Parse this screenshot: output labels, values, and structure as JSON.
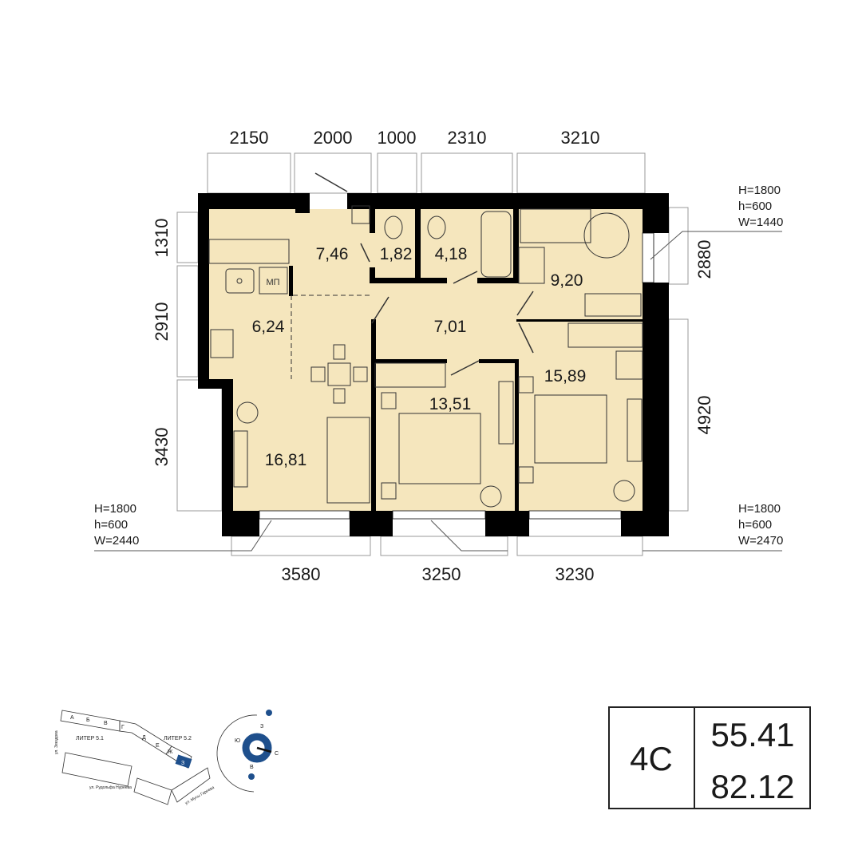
{
  "dimensions": {
    "top": [
      "2150",
      "2000",
      "1000",
      "2310",
      "3210"
    ],
    "left": [
      "1310",
      "2910",
      "3430"
    ],
    "right": [
      "2880",
      "4920"
    ],
    "bottom": [
      "3580",
      "3250",
      "3230"
    ]
  },
  "rooms": [
    {
      "name": "hall",
      "area": "7,46"
    },
    {
      "name": "wc",
      "area": "1,82"
    },
    {
      "name": "bathroom",
      "area": "4,18"
    },
    {
      "name": "bedroom-small",
      "area": "9,20"
    },
    {
      "name": "kitchen",
      "area": "6,24"
    },
    {
      "name": "corridor",
      "area": "7,01"
    },
    {
      "name": "bedroom-middle",
      "area": "13,51"
    },
    {
      "name": "bedroom-large",
      "area": "15,89"
    },
    {
      "name": "living",
      "area": "16,81"
    }
  ],
  "appliance_label": "МП",
  "windows": {
    "top_right": [
      "H=1800",
      "h=600",
      "W=1440"
    ],
    "bottom_left": [
      "H=1800",
      "h=600",
      "W=2440"
    ],
    "bottom_right": [
      "H=1800",
      "h=600",
      "W=2470"
    ]
  },
  "site_plan": {
    "sections": [
      "А",
      "Б",
      "В",
      "Г",
      "Д",
      "Е",
      "Ж",
      "З"
    ],
    "liter_1": "ЛИТЕР 5.1",
    "liter_2": "ЛИТЕР 5.2",
    "streets": [
      "ул. Звездова",
      "ул. Рудольфа Нуреева",
      "ул. Мусы Гареева"
    ],
    "highlight_color": "#1e4f8c"
  },
  "compass": {
    "north": "С",
    "south": "Ю",
    "east": "В",
    "west": "З"
  },
  "apartment": {
    "type": "4С",
    "living_area": "55.41",
    "total_area": "82.12"
  },
  "colors": {
    "floor": "#f5e6bd",
    "wall": "#000000",
    "accent": "#1e4f8c"
  }
}
